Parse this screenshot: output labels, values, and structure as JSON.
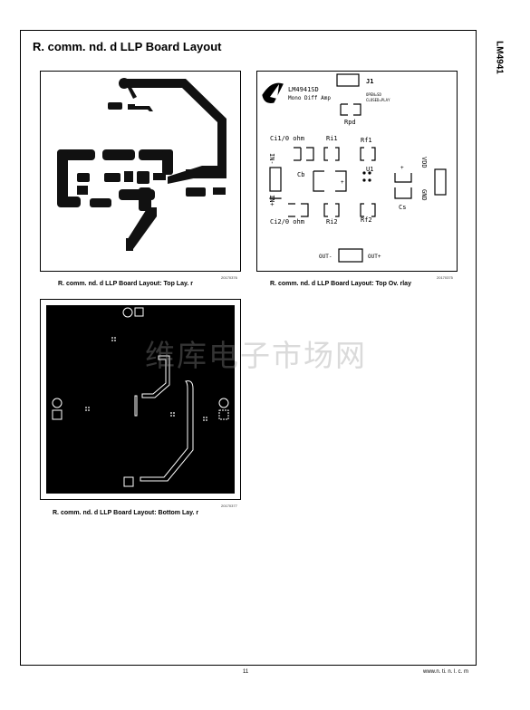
{
  "side_label": "LM4941",
  "heading": "R. comm. nd. d LLP Board Layout",
  "figures": [
    {
      "number": "20170376",
      "caption": "R. comm. nd. d LLP Board Layout: Top Lay. r"
    },
    {
      "number": "20170375",
      "caption": "R. comm. nd. d LLP Board Layout: Top Ov. rlay"
    },
    {
      "number": "20170377",
      "caption": "R. comm. nd. d LLP Board Layout: Bottom Lay. r"
    }
  ],
  "overlay": {
    "part": "LM4941SD",
    "subtitle": "Mono Diff Amp",
    "j1": "J1",
    "j1_note1": "OPEN=SD",
    "j1_note2": "CLOSED=PLAY",
    "rpd": "Rpd",
    "ci1": "Ci1/0 ohm",
    "ri1": "Ri1",
    "rf1": "Rf1",
    "in_minus": "IN-",
    "in_plus": "IN+",
    "cb": "Cb",
    "u1": "U1",
    "cs": "Cs",
    "vdd": "VDD",
    "gnd": "GND",
    "ci2": "Ci2/0 ohm",
    "ri2": "Ri2",
    "rf2": "Rf2",
    "out_minus": "OUT-",
    "out_plus": "OUT+",
    "plus": "+"
  },
  "watermark": "维库电子市场网",
  "page_number": "11",
  "url": "www.n. ti. n. l. c. m"
}
